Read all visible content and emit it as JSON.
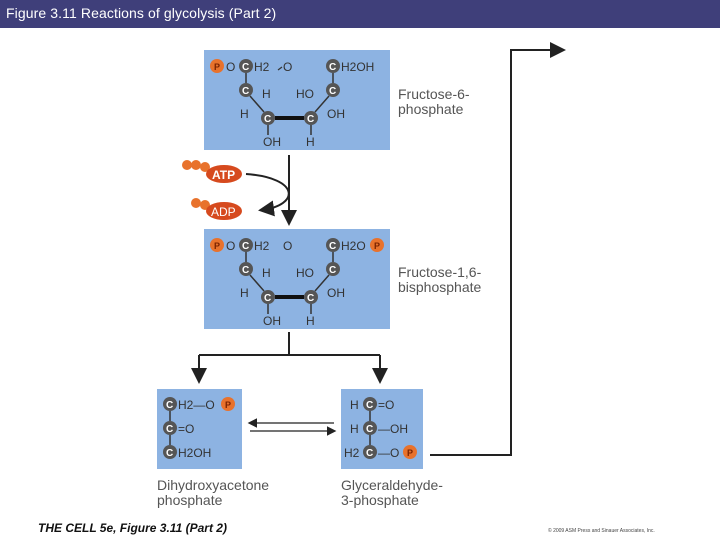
{
  "header": {
    "title": "Figure 3.11  Reactions of glycolysis (Part 2)"
  },
  "molecules": {
    "f6p": {
      "name": "Fructose-6-\nphosphate",
      "line1": "Fructose-6-",
      "line2": "phosphate"
    },
    "f16bp": {
      "name": "Fructose-1,6-\nbisphosphate",
      "line1": "Fructose-1,6-",
      "line2": "bisphosphate"
    },
    "dhap": {
      "name": "Dihydroxyacetone\nphosphate",
      "line1": "Dihydroxyacetone",
      "line2": "phosphate"
    },
    "g3p": {
      "name": "Glyceraldehyde-\n3-phosphate",
      "line1": "Glyceraldehyde-",
      "line2": "3-phosphate"
    }
  },
  "cofactors": {
    "atp": "ATP",
    "adp": "ADP"
  },
  "atoms": {
    "P": "P",
    "C": "C",
    "O": "O",
    "H": "H",
    "OH": "OH",
    "HO": "HO",
    "H2": "H2",
    "H2OH": "H2OH",
    "H2O": "H2O",
    "Hdash": "H2—O",
    "O_eq": "=O",
    "OH_dash": "—OH",
    "O_dash": "—O"
  },
  "footer": {
    "book": "THE CELL 5e, Figure 3.11 (Part 2)",
    "copyright": "© 2009 ASM Press and Sinauer Associates, Inc."
  },
  "colors": {
    "panel": "#8db3e2",
    "header": "#3f3f7a",
    "phosphate": "#e8722c",
    "atp": "#d64a1e",
    "carbon": "#555555"
  }
}
